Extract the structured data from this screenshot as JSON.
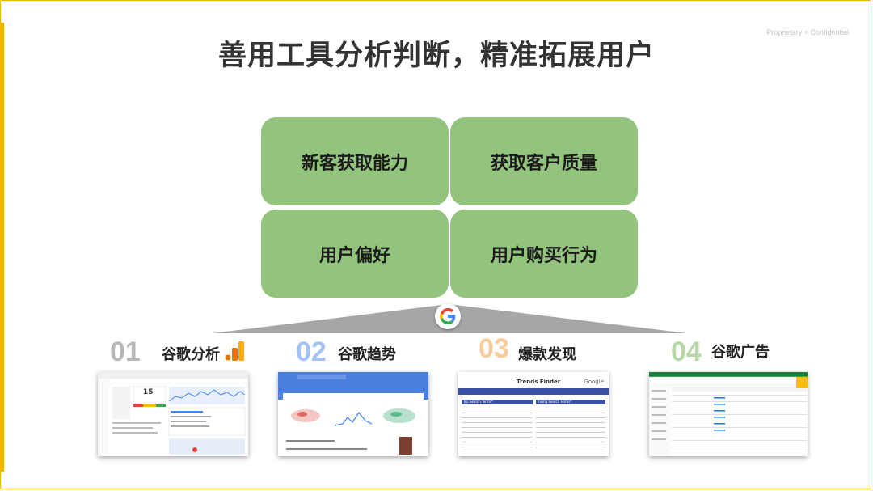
{
  "confidential": "Proprietary + Confidential",
  "title": "善用工具分析判断，精准拓展用户",
  "quadrants": [
    "新客获取能力",
    "获取客户质量",
    "用户偏好",
    "用户购买行为"
  ],
  "tools": [
    {
      "num": "01",
      "label": "谷歌分析",
      "num_color": "#b7b7b7"
    },
    {
      "num": "02",
      "label": "谷歌趋势",
      "num_color": "#a4c2f4"
    },
    {
      "num": "03",
      "label": "爆款发现",
      "num_color": "#f9cb9c"
    },
    {
      "num": "04",
      "label": "谷歌广告",
      "num_color": "#b6d7a8"
    }
  ],
  "screenshots": {
    "analytics": {
      "big_number": "15"
    },
    "trends_finder": {
      "title": "Trends Finder",
      "brand": "Google",
      "left_table": "Top Search Terms*",
      "right_table": "Rising Search Terms*"
    }
  },
  "colors": {
    "accent": "#f4b400",
    "box": "#93c47d",
    "trapezoid": "#a6a6a6"
  }
}
